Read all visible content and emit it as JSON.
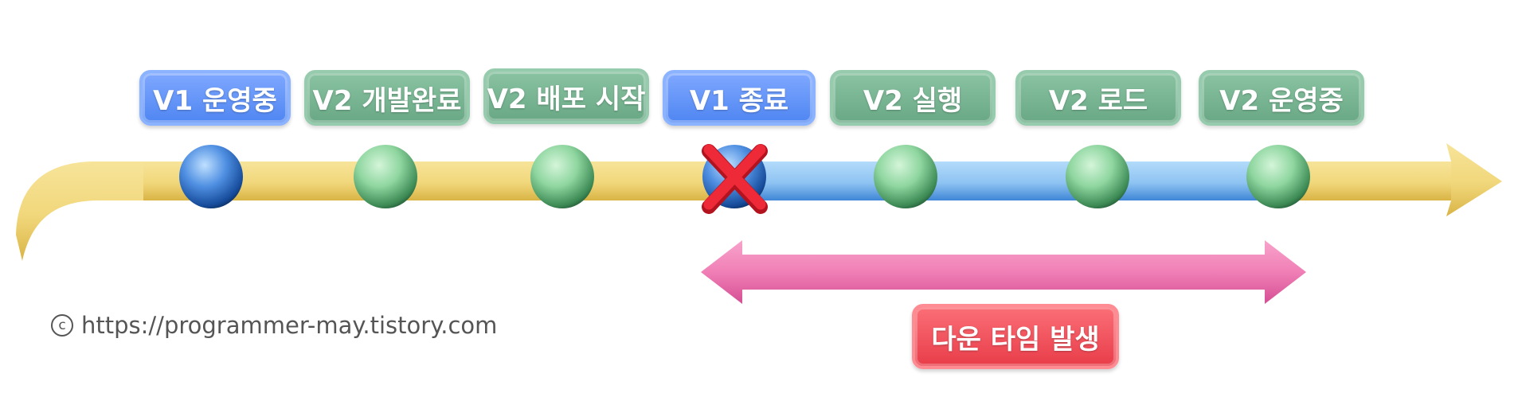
{
  "milestones": [
    {
      "label": "V1 운영중",
      "style": "blue"
    },
    {
      "label": "V2 개발완료",
      "style": "green"
    },
    {
      "label": "V2 배포 시작",
      "style": "green"
    },
    {
      "label": "V1 종료",
      "style": "blue"
    },
    {
      "label": "V2 실행",
      "style": "green"
    },
    {
      "label": "V2 로드",
      "style": "green"
    },
    {
      "label": "V2 운영중",
      "style": "green"
    }
  ],
  "downtime": {
    "label": "다운 타임 발생"
  },
  "footer": {
    "copyright_text": "https://programmer-may.tistory.com",
    "copyright_icon": "copyright-icon"
  },
  "colors": {
    "timeline_yellow": "#f3d87f",
    "timeline_blue": "#8ec3f2",
    "node_blue": "#3f7fd8",
    "node_green": "#8fd6a0",
    "cross_red": "#ee2a38",
    "downtime_pink": "#f07fb6"
  }
}
